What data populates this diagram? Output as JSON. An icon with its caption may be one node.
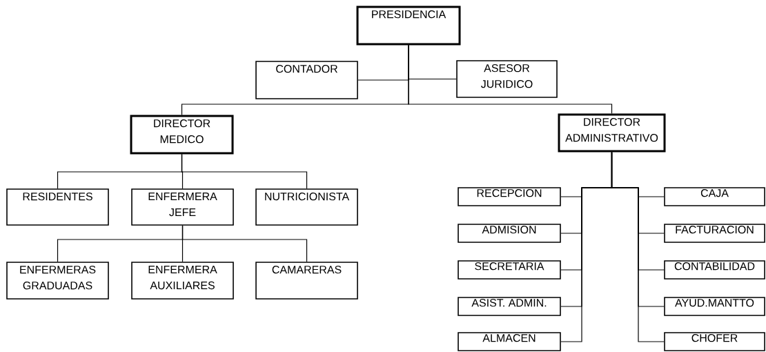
{
  "diagram": {
    "nodes": [
      {
        "text": [
          "PRESIDENCIA"
        ]
      },
      {
        "text": [
          "CONTADOR"
        ]
      },
      {
        "text": [
          "ASESOR JURIDICO"
        ]
      },
      {
        "text": [
          "DIRECTOR MEDICO"
        ]
      },
      {
        "text": [
          "DIRECTOR ADMINISTRATIVO"
        ]
      },
      {
        "text": [
          "RESIDENTES"
        ]
      },
      {
        "text": [
          "ENFERMERA JEFE"
        ]
      },
      {
        "text": [
          "NUTRICIONISTA"
        ]
      },
      {
        "text": [
          "ENFERMERAS GRADUADAS"
        ]
      },
      {
        "text": [
          "ENFERMERA AUXILIARES"
        ]
      },
      {
        "text": [
          "CAMARERAS"
        ]
      },
      {
        "text": [
          "RECEPCION"
        ]
      },
      {
        "text": [
          "ADMISION"
        ]
      },
      {
        "text": [
          "SECRETARIA"
        ]
      },
      {
        "text": [
          "ASIST. ADMIN."
        ]
      },
      {
        "text": [
          "ALMACEN"
        ]
      },
      {
        "text": [
          "CAJA"
        ]
      },
      {
        "text": [
          "FACTURACION"
        ]
      },
      {
        "text": [
          "CONTABILIDAD"
        ]
      },
      {
        "text": [
          "AYUD.MANTTO"
        ]
      },
      {
        "text": [
          "CHOFER"
        ]
      }
    ],
    "edges": [
      {
        "from": 0,
        "to": 1,
        "arrow": "none"
      },
      {
        "from": 0,
        "to": 2,
        "arrow": "none"
      },
      {
        "from": 0,
        "to": 3,
        "arrow": "none"
      },
      {
        "from": 0,
        "to": 4,
        "arrow": "none"
      },
      {
        "from": 3,
        "to": 5,
        "arrow": "none"
      },
      {
        "from": 3,
        "to": 6,
        "arrow": "none"
      },
      {
        "from": 3,
        "to": 7,
        "arrow": "none"
      },
      {
        "from": 6,
        "to": 8,
        "arrow": "none"
      },
      {
        "from": 6,
        "to": 9,
        "arrow": "none"
      },
      {
        "from": 6,
        "to": 10,
        "arrow": "none"
      },
      {
        "from": 4,
        "to": 11,
        "arrow": "none"
      },
      {
        "from": 4,
        "to": 12,
        "arrow": "none"
      },
      {
        "from": 4,
        "to": 13,
        "arrow": "none"
      },
      {
        "from": 4,
        "to": 14,
        "arrow": "none"
      },
      {
        "from": 4,
        "to": 15,
        "arrow": "none"
      },
      {
        "from": 4,
        "to": 16,
        "arrow": "none"
      },
      {
        "from": 4,
        "to": 17,
        "arrow": "none"
      },
      {
        "from": 4,
        "to": 18,
        "arrow": "none"
      },
      {
        "from": 4,
        "to": 19,
        "arrow": "none"
      },
      {
        "from": 4,
        "to": 20,
        "arrow": "none"
      }
    ]
  }
}
